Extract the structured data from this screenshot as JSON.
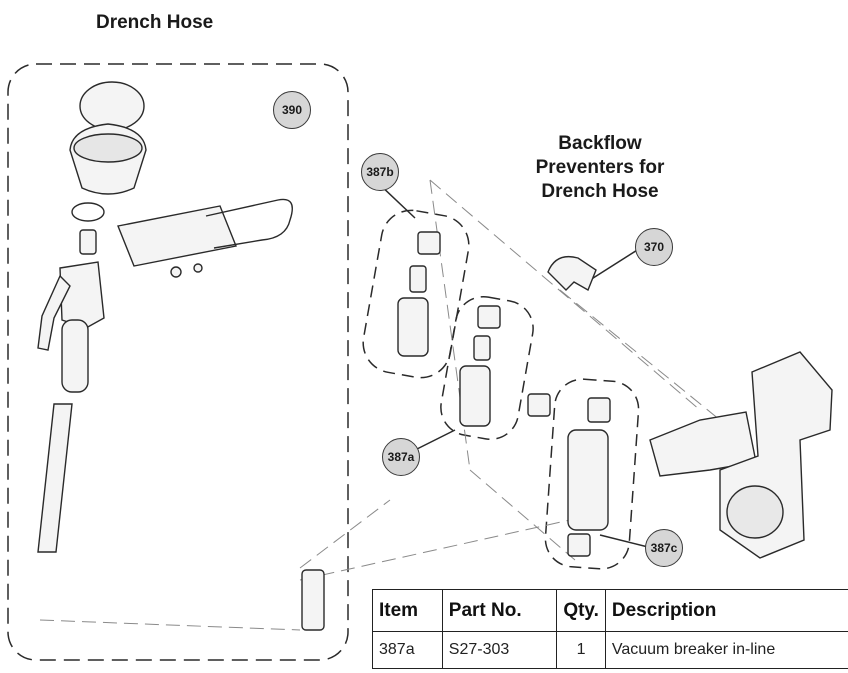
{
  "headings": {
    "drench_hose": "Drench Hose",
    "backflow_line1": "Backflow",
    "backflow_line2": "Preventers for",
    "backflow_line3": "Drench Hose"
  },
  "callouts": {
    "c390": "390",
    "c387b": "387b",
    "c370": "370",
    "c387a": "387a",
    "c387c": "387c"
  },
  "parts_table": {
    "headers": {
      "item": "Item",
      "part_no": "Part No.",
      "qty": "Qty.",
      "description": "Description"
    },
    "rows": [
      {
        "item": "387a",
        "part_no": "S27-303",
        "qty": "1",
        "description": "Vacuum breaker in-line"
      }
    ]
  },
  "colors": {
    "line": "#2a2a2a",
    "badge_fill": "#d6d6d6",
    "part_fill": "#f4f4f4"
  }
}
